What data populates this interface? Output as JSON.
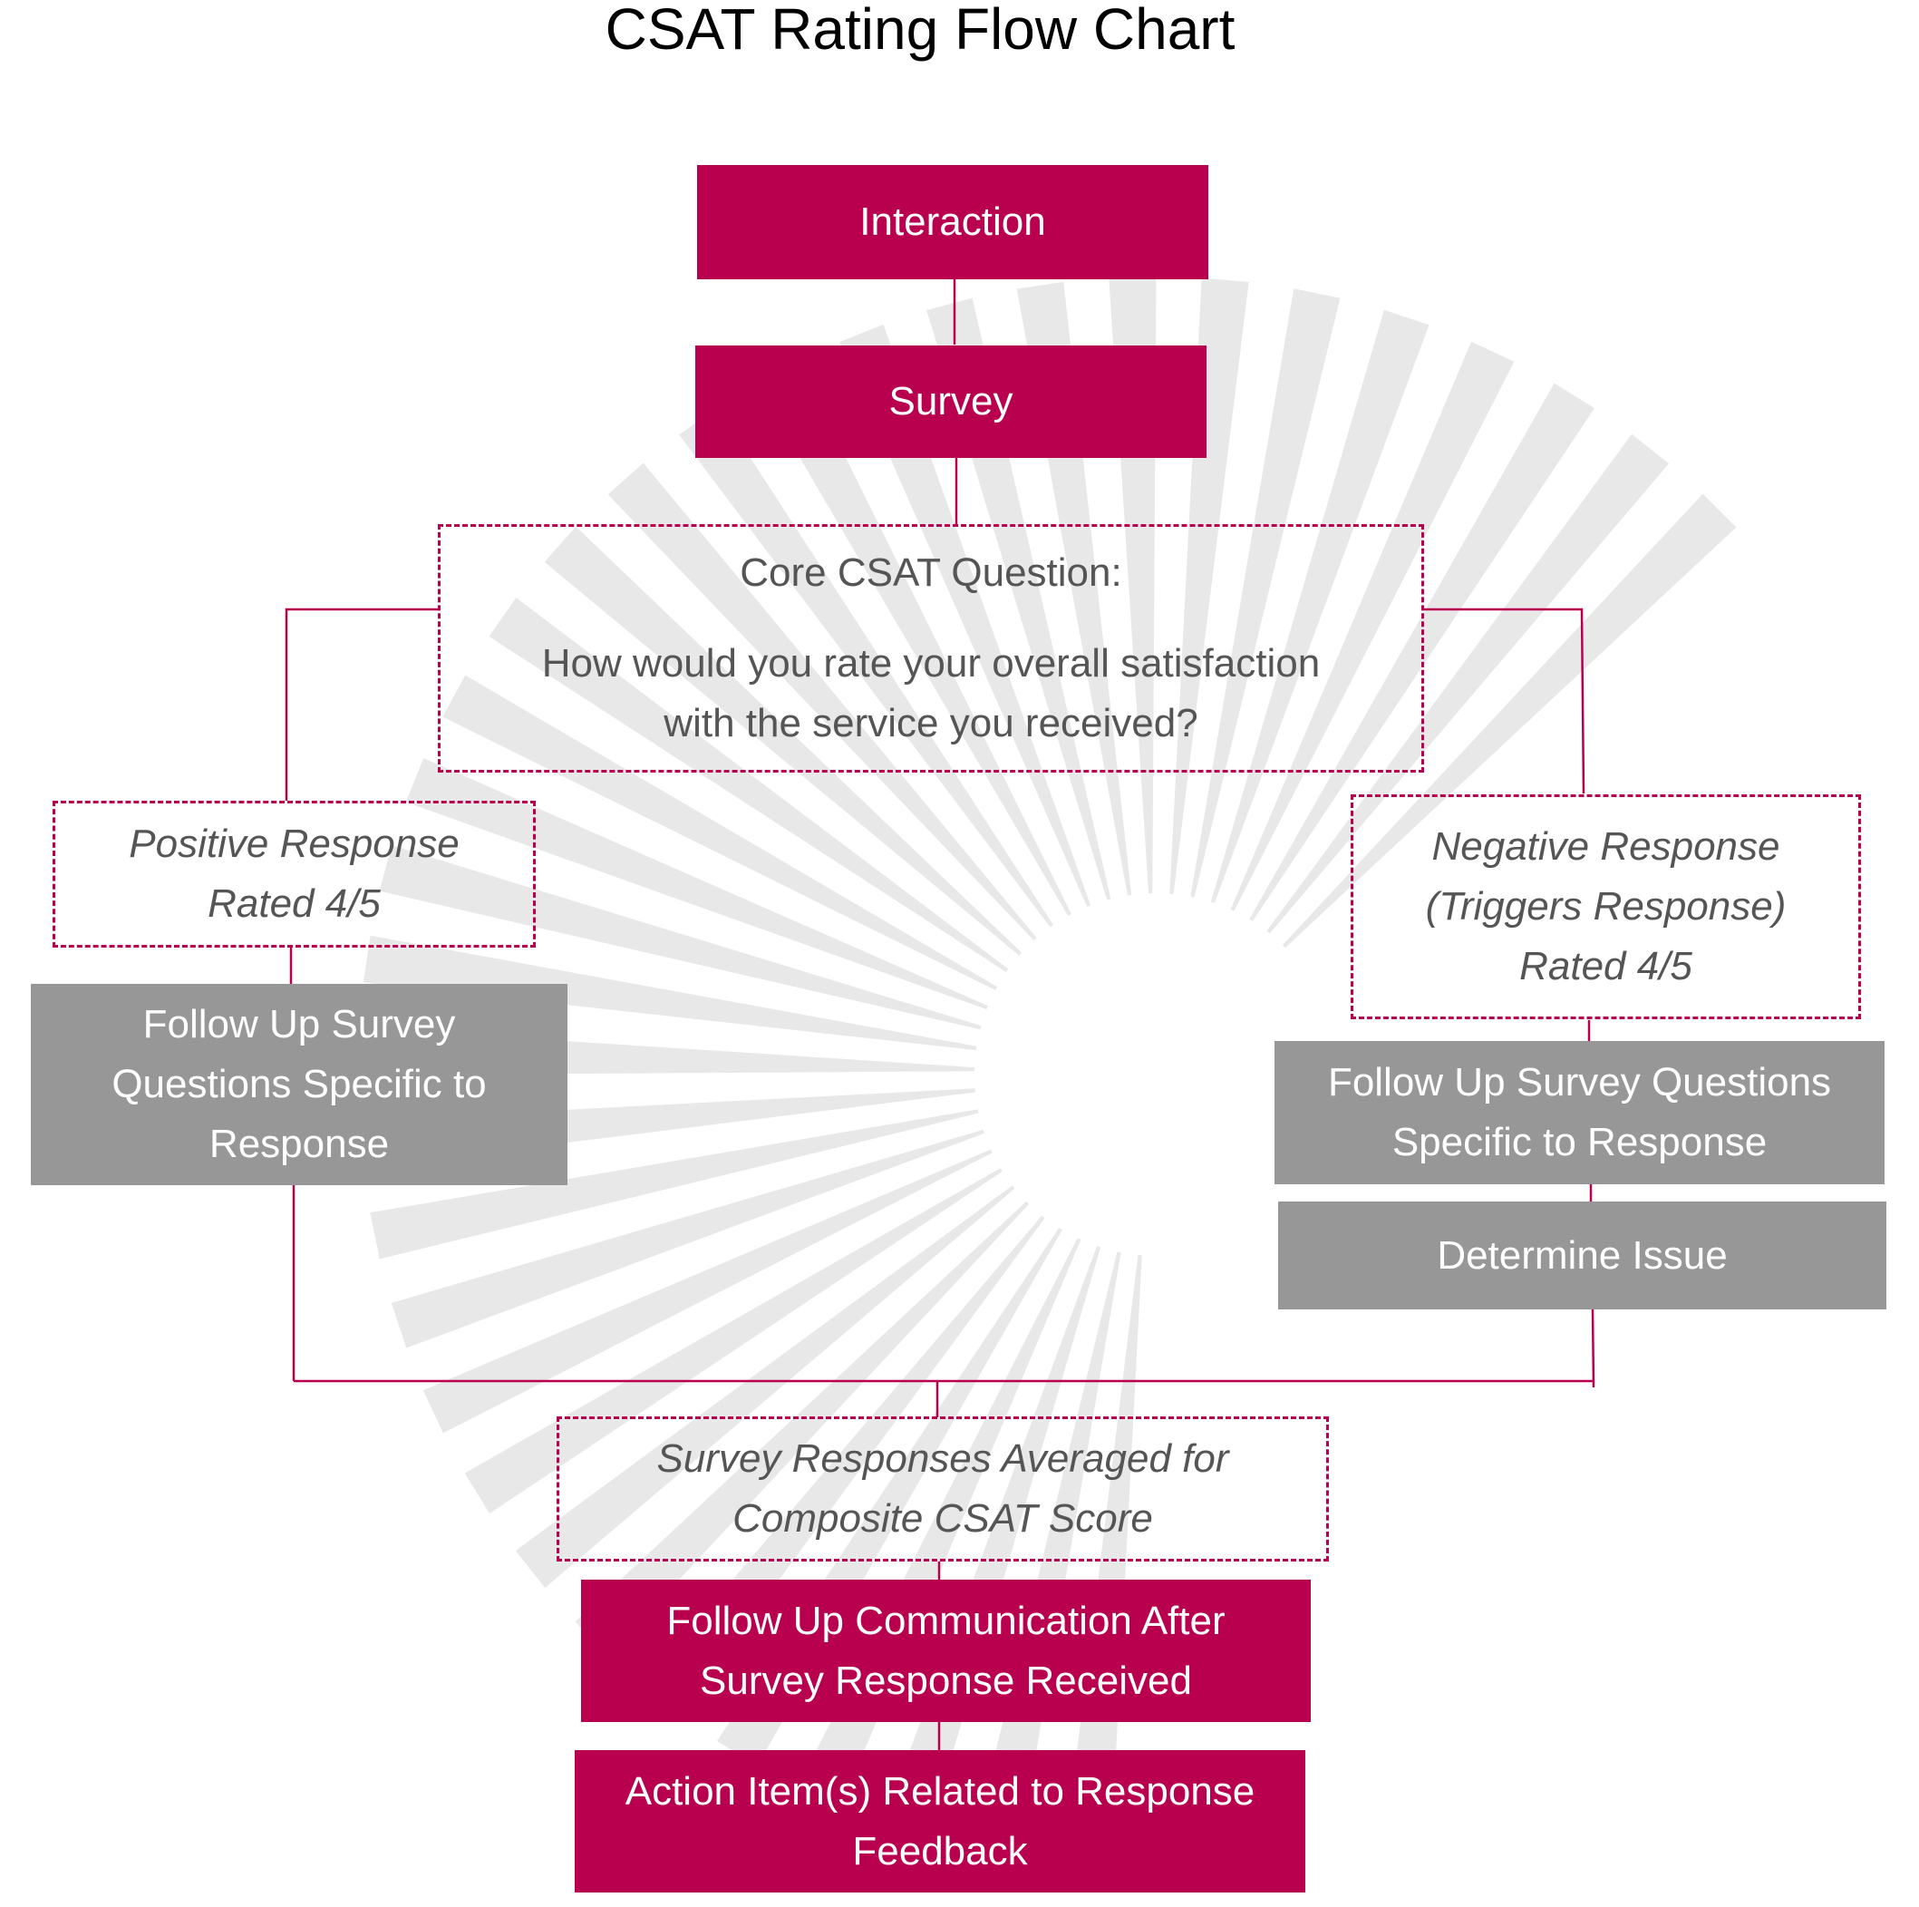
{
  "title": "CSAT Rating Flow Chart",
  "colors": {
    "primary": "#b8004f",
    "secondary": "#979797",
    "dashed_text": "#555555",
    "background_rays": "#e8e8e9"
  },
  "nodes": {
    "interaction": {
      "label": "Interaction"
    },
    "survey": {
      "label": "Survey"
    },
    "core_question": {
      "heading": "Core CSAT Question:",
      "line1": "How would you rate your overall satisfaction",
      "line2": "with the service you received?"
    },
    "positive": {
      "line1": "Positive Response",
      "line2": "Rated 4/5"
    },
    "negative": {
      "line1": "Negative Response",
      "line2": "(Triggers Response)",
      "line3": "Rated 4/5"
    },
    "followup_left": {
      "line1": "Follow Up Survey",
      "line2": "Questions Specific to",
      "line3": "Response"
    },
    "followup_right": {
      "line1": "Follow Up Survey Questions",
      "line2": "Specific to Response"
    },
    "determine_issue": {
      "label": "Determine Issue"
    },
    "averaged": {
      "line1": "Survey Responses Averaged for",
      "line2": "Composite CSAT Score"
    },
    "communication": {
      "line1": "Follow Up Communication After",
      "line2": "Survey Response Received"
    },
    "action_items": {
      "line1": "Action Item(s) Related to Response",
      "line2": "Feedback"
    }
  }
}
